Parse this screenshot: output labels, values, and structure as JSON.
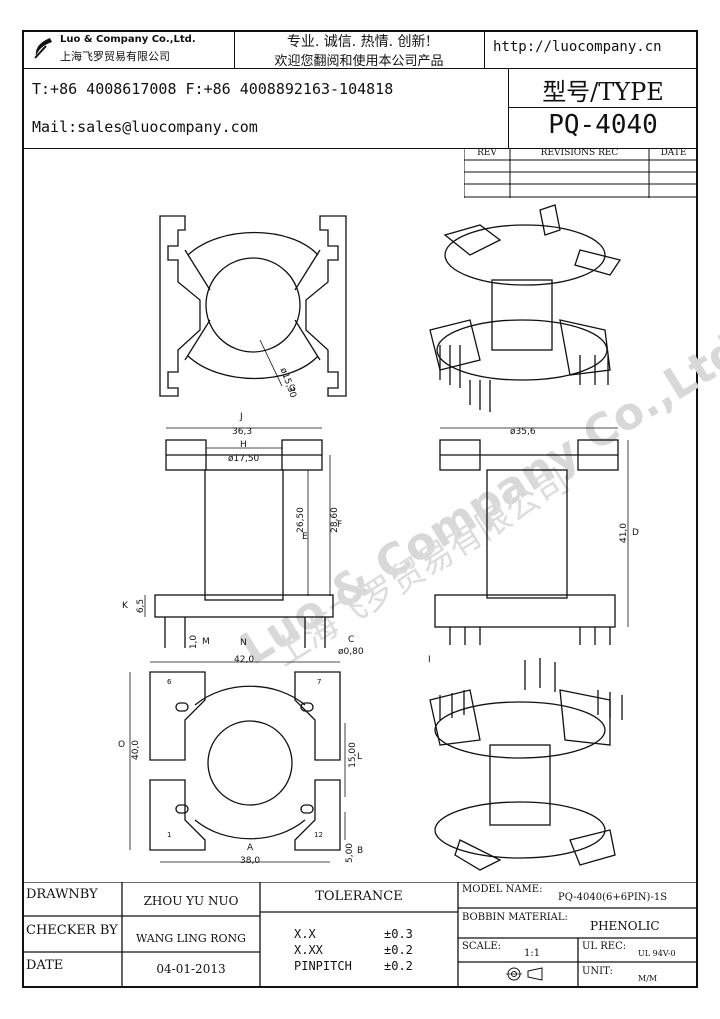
{
  "header": {
    "company_en": "Luo & Company Co.,Ltd.",
    "company_cn": "上海飞罗贸易有限公司",
    "slogan": "专业. 诚信.  热情.  创新!",
    "welcome": "欢迎您翻阅和使用本公司产品",
    "website": "http://luocompany.cn",
    "phone_fax": "T:+86 4008617008 F:+86 4008892163-104818",
    "mail": "Mail:sales@luocompany.com",
    "type_label": "型号/TYPE",
    "type_value": "PQ-4040"
  },
  "revisions": {
    "col_rev": "REV",
    "col_rec": "REVISIONS REC",
    "col_date": "DATE"
  },
  "dimensions": {
    "top_dia": "ø15,30",
    "top_dia_mark": "G",
    "width_363": "36,3",
    "mark_J": "J",
    "dia_1750": "ø17,50",
    "mark_H": "H",
    "h_2650": "26,50",
    "mark_E": "E",
    "h_2860": "28,60",
    "mark_F": "F",
    "h_65": "6,5",
    "mark_K": "K",
    "pin_10": "1,0",
    "mark_M": "M",
    "pin_dia": "ø0,80",
    "mark_C": "C",
    "dia_356": "ø35,6",
    "h_410": "41,0",
    "mark_D": "D",
    "mark_I": "I",
    "w_420": "42,0",
    "mark_N": "N",
    "h_400": "40,0",
    "mark_O": "O",
    "h_1500": "15,00",
    "mark_L": "L",
    "h_500": "5,00",
    "mark_B": "B",
    "w_380": "38,0",
    "mark_A": "A",
    "pin6": "6",
    "pin7": "7",
    "pin1": "1",
    "pin12": "12"
  },
  "watermark": {
    "en": "Luo & Company Co.,Ltd.",
    "cn": "上海飞罗贸易有限公司"
  },
  "titleblock": {
    "drawnby_label": "DRAWNBY",
    "drawnby_value": "ZHOU YU NUO",
    "checker_label": "CHECKER BY",
    "checker_value": "WANG LING RONG",
    "date_label": "DATE",
    "date_value": "04-01-2013",
    "tolerance_label": "TOLERANCE",
    "tol1_key": "X.X",
    "tol1_val": "±0.3",
    "tol2_key": "X.XX",
    "tol2_val": "±0.2",
    "tol3_key": "PINPITCH",
    "tol3_val": "±0.2",
    "model_label": "MODEL NAME:",
    "model_value": "PQ-4040(6+6PIN)-1S",
    "bobbin_label": "BOBBIN MATERIAL:",
    "bobbin_value": "PHENOLIC",
    "scale_label": "SCALE:",
    "scale_value": "1:1",
    "ul_label": "UL REC:",
    "ul_value": "UL 94V-0",
    "unit_label": "UNIT:",
    "unit_value": "M/M"
  }
}
